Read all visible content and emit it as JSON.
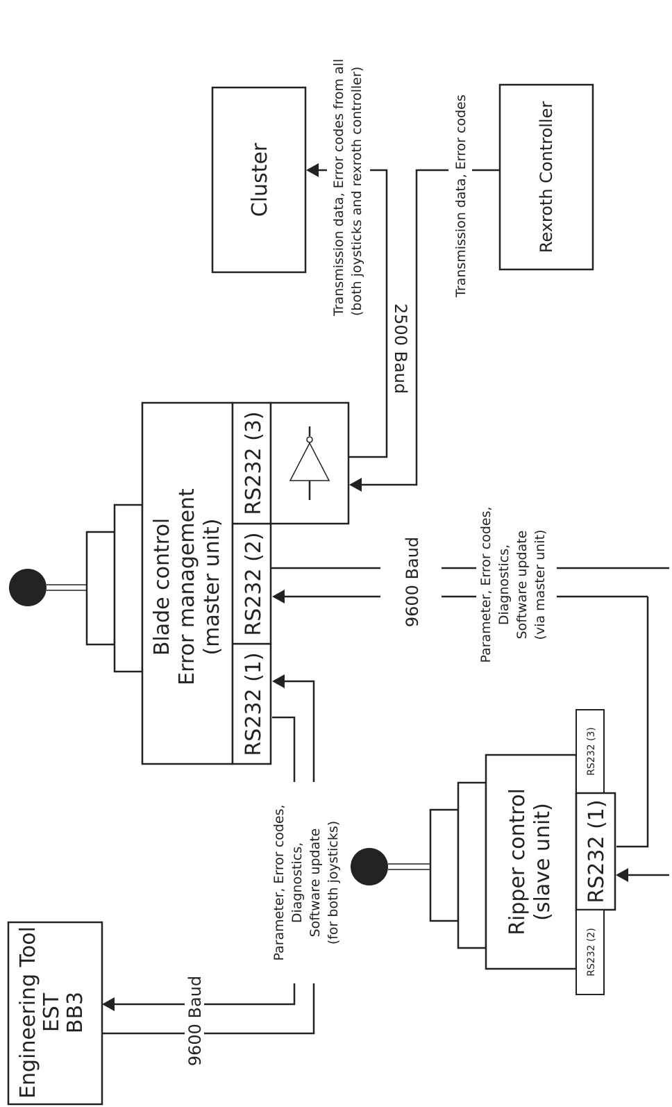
{
  "blocks": {
    "engineering_tool": [
      "Engineering Tool",
      "EST",
      "BB3"
    ],
    "cluster": "Cluster",
    "rexroth_controller": "Rexroth Controller",
    "blade_control": [
      "Blade control",
      "Error management",
      "(master unit)"
    ],
    "ripper_control": [
      "Ripper control",
      "(slave unit)"
    ]
  },
  "ports": {
    "blade_rs232_1": "RS232 (1)",
    "blade_rs232_2": "RS232 (2)",
    "blade_rs232_3": "RS232 (3)",
    "ripper_rs232_1": "RS232 (1)",
    "ripper_rs232_2": "RS232 (2)",
    "ripper_rs232_3": "RS232 (3)"
  },
  "links": {
    "est_baud": "9600 Baud",
    "est_info": [
      "Parameter, Error codes,",
      "Diagnostics,",
      "Software update",
      "(for both joysticks)"
    ],
    "master_slave_baud": "9600 Baud",
    "master_slave_info": [
      "Parameter, Error codes,",
      "Diagnostics,",
      "Software update",
      "(via master unit)"
    ],
    "can_baud": "2500 Baud",
    "cluster_info": [
      "Transmission data, Error codes from all",
      "(both joysticks and rexroth controller)"
    ],
    "rexroth_info": "Transmission data, Error codes"
  },
  "colors": {
    "ink": "#222222",
    "background": "#ffffff"
  }
}
